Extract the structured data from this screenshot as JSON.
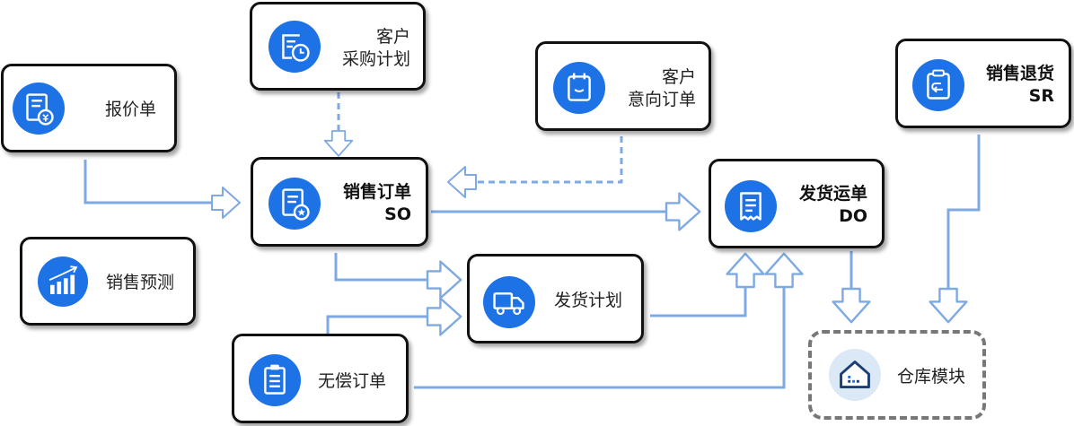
{
  "nodes": {
    "quote": {
      "label": "报价单"
    },
    "forecast": {
      "label": "销售预测"
    },
    "purchase_plan": {
      "line1": "客户",
      "line2": "采购计划"
    },
    "sales_order": {
      "line1": "销售订单",
      "line2": "SO"
    },
    "intent_order": {
      "line1": "客户",
      "line2": "意向订单"
    },
    "delivery_order": {
      "line1": "发货运单",
      "line2": "DO"
    },
    "sales_return": {
      "line1": "销售退货",
      "line2": "SR"
    },
    "shipping_plan": {
      "label": "发货计划"
    },
    "free_order": {
      "label": "无偿订单"
    },
    "warehouse": {
      "label": "仓库模块"
    }
  },
  "colors": {
    "accent": "#1d72e6",
    "connector": "#7ea9e3",
    "border": "#111111"
  }
}
